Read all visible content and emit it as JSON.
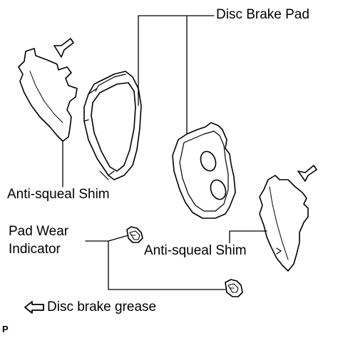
{
  "labels": {
    "disc_brake_pad": "Disc Brake Pad",
    "anti_squeal_shim_left": "Anti-squeal Shim",
    "pad_wear_indicator_line1": "Pad Wear",
    "pad_wear_indicator_line2": "Indicator",
    "anti_squeal_shim_right": "Anti-squeal Shim",
    "legend_grease": "Disc brake grease",
    "figure_code": "P"
  },
  "legend": {
    "grease_marker_icon": "hollow-arrow-icon"
  },
  "colors": {
    "line": "#000000",
    "background": "#ffffff"
  }
}
